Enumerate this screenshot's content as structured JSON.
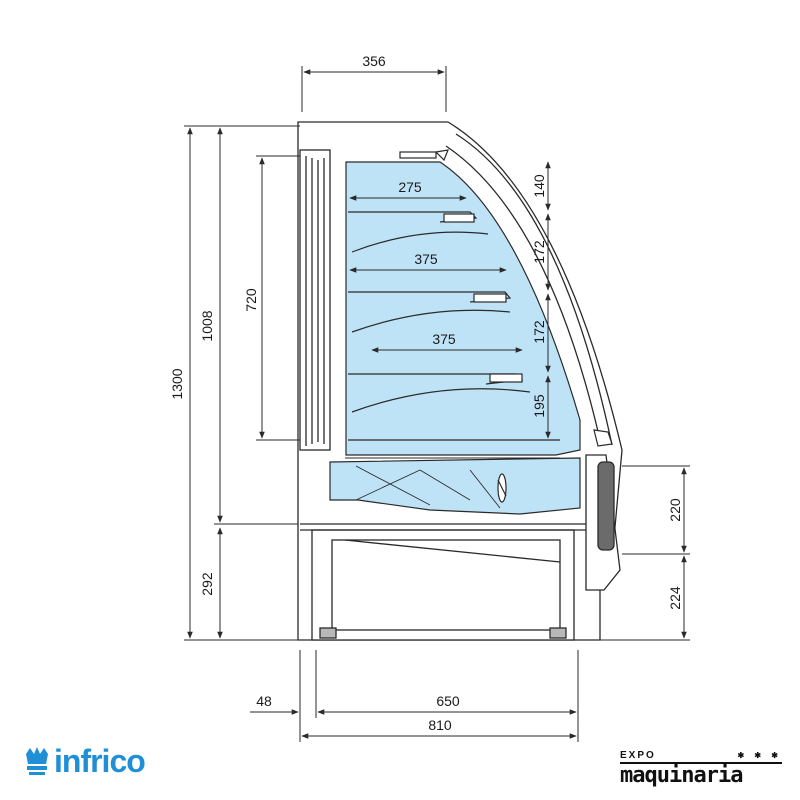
{
  "dimensions": {
    "top_width": "356",
    "total_height": "1300",
    "display_height": "1008",
    "shelf_zone_height": "720",
    "base_height": "292",
    "shelf_top_depth": "275",
    "shelf_mid_depth": "375",
    "shelf_low_depth": "375",
    "gap_top": "140",
    "gap_shelf_1": "172",
    "gap_shelf_2": "172",
    "gap_shelf_3": "195",
    "front_upper": "220",
    "front_lower": "224",
    "left_offset": "48",
    "base_width": "650",
    "total_width": "810"
  },
  "brands": {
    "left_name": "infrico",
    "right_top": "EXPO",
    "right_bottom": "maquinaria"
  },
  "colors": {
    "display_blue": "#bfe3f6",
    "line": "#2a2a2a",
    "brand_blue": "#1f8fd6"
  }
}
